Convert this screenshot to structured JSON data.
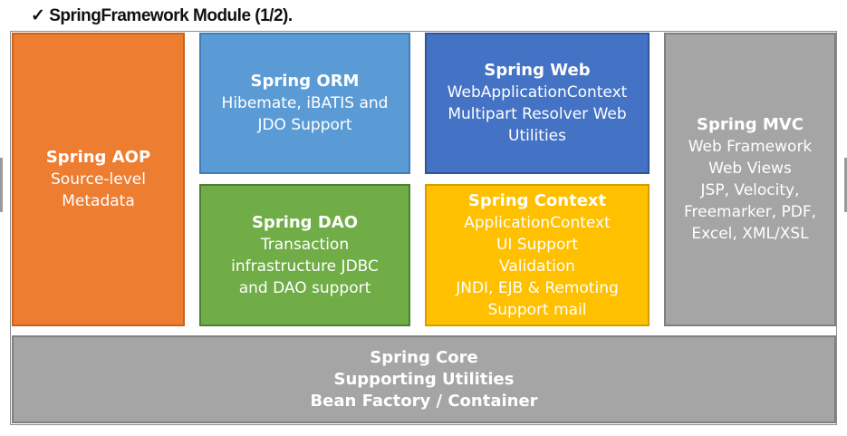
{
  "heading": "✓ SpringFramework Module (1/2).",
  "modules": {
    "aop": {
      "title": "Spring AOP",
      "lines": [
        "Source-level",
        "Metadata"
      ],
      "fill": "#ed7d31",
      "border": "#c9621a"
    },
    "orm": {
      "title": "Spring ORM",
      "lines": [
        "Hibemate, iBATIS and",
        "JDO Support"
      ],
      "fill": "#5b9bd5",
      "border": "#3d7fbb"
    },
    "web": {
      "title": "Spring Web",
      "lines": [
        "WebApplicationContext",
        "Multipart Resolver Web",
        "Utilities"
      ],
      "fill": "#4472c4",
      "border": "#2f5597"
    },
    "mvc": {
      "title": "Spring MVC",
      "lines": [
        "Web Framework",
        "Web Views",
        "JSP, Velocity,",
        "Freemarker, PDF,",
        "Excel, XML/XSL"
      ],
      "fill": "#a5a5a5",
      "border": "#7f7f7f"
    },
    "dao": {
      "title": "Spring DAO",
      "lines": [
        "Transaction",
        "infrastructure JDBC",
        "and DAO support"
      ],
      "fill": "#70ad47",
      "border": "#507e32"
    },
    "context": {
      "title": "Spring Context",
      "lines": [
        "ApplicationContext",
        "UI Support",
        "Validation",
        "JNDI, EJB & Remoting",
        "Support mail"
      ],
      "fill": "#ffc000",
      "border": "#d39f00"
    },
    "core": {
      "lines": [
        "Spring Core",
        "Supporting Utilities",
        "Bean Factory / Container"
      ],
      "fill": "#a5a5a5",
      "border": "#7f7f7f"
    }
  }
}
